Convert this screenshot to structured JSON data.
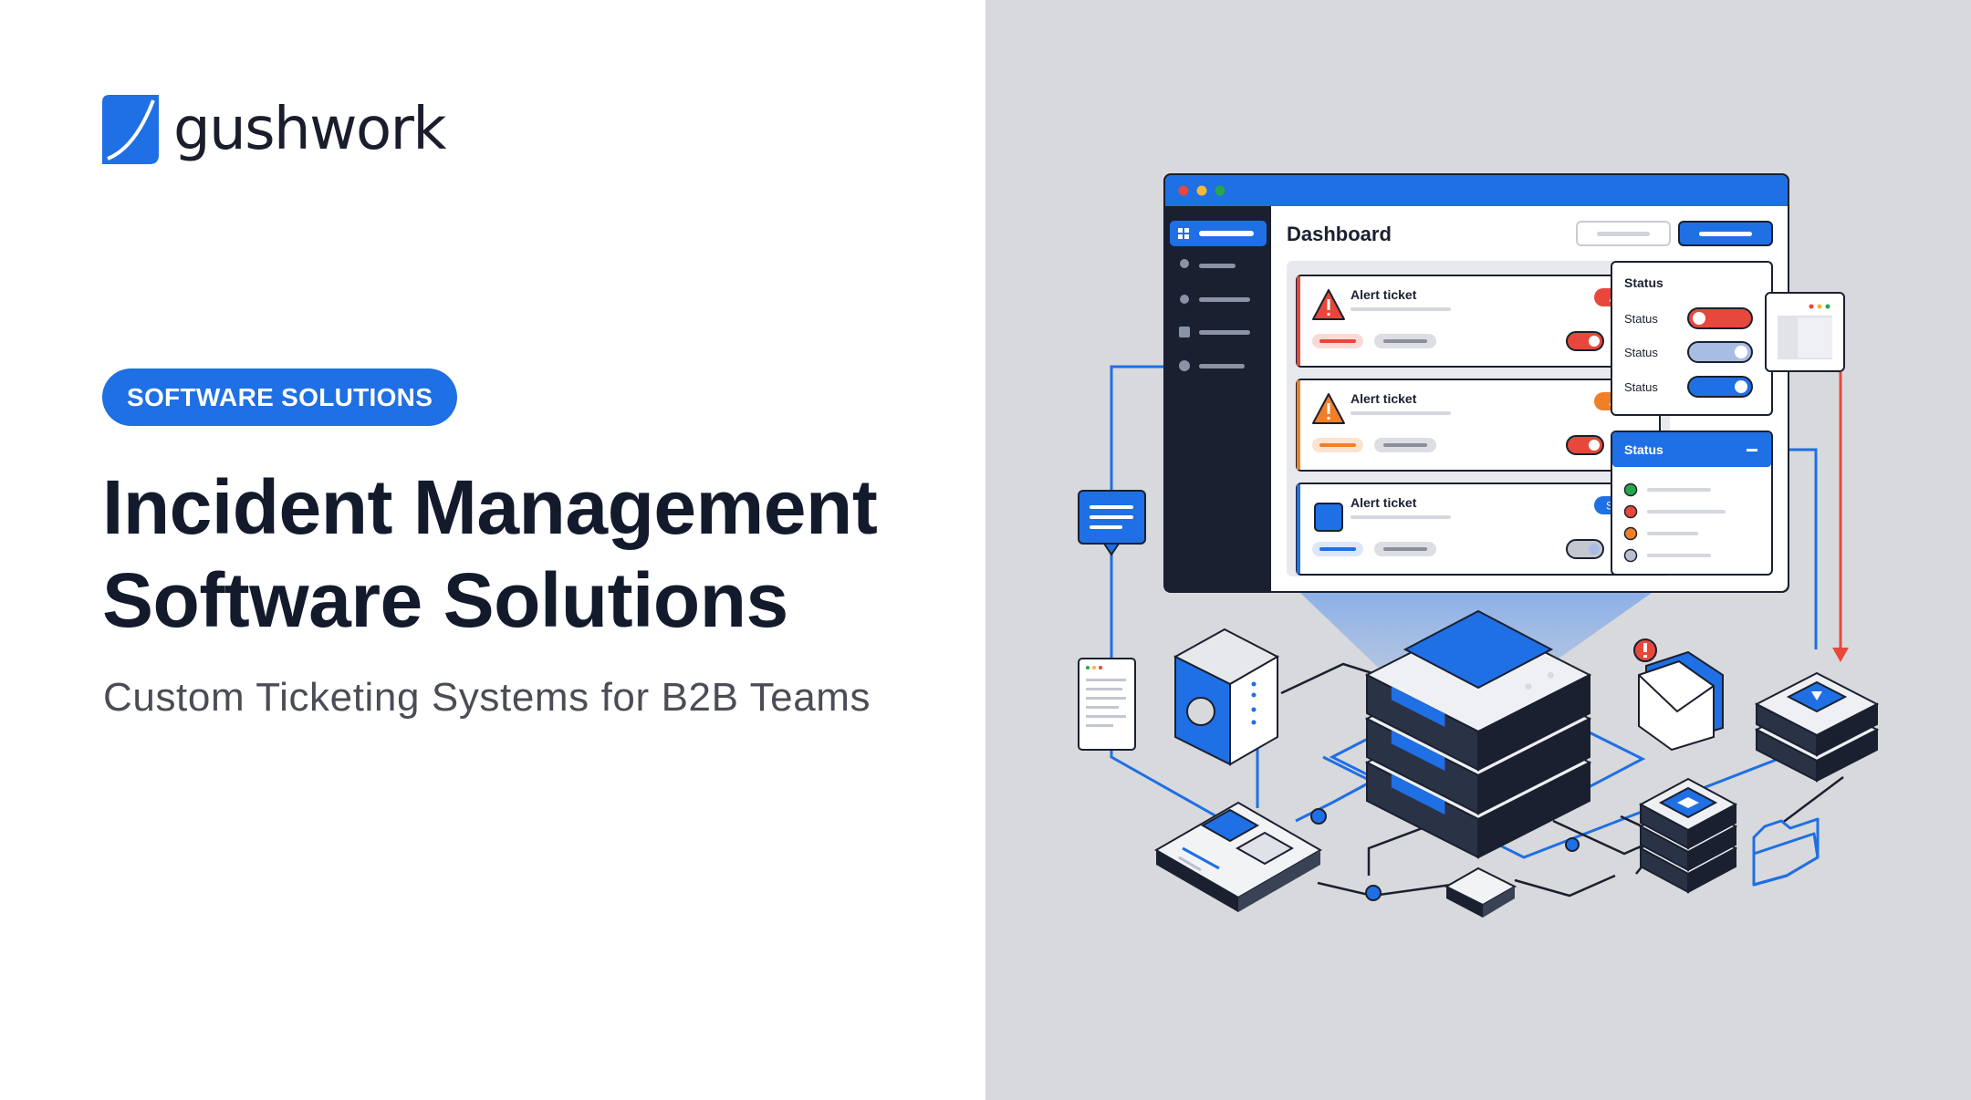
{
  "brand": {
    "name": "gushwork",
    "color": "#1f6fe5"
  },
  "hero": {
    "tag": "SOFTWARE SOLUTIONS",
    "title_line1": "Incident Management",
    "title_line2": "Software Solutions",
    "subtitle": "Custom Ticketing Systems for B2B Teams"
  },
  "dashboard": {
    "title": "Dashboard",
    "tickets": [
      {
        "title": "Alert ticket",
        "badge": "Alert",
        "color": "#e8473b"
      },
      {
        "title": "Alert ticket",
        "badge": "Alert",
        "color": "#f07f2a"
      },
      {
        "title": "Alert ticket",
        "badge": "Status",
        "color": "#1f6fe5"
      }
    ],
    "status_panel": {
      "title": "Status",
      "rows": [
        "Status",
        "Status",
        "Status"
      ]
    },
    "status_list": {
      "title": "Status",
      "dot_colors": [
        "#27a74a",
        "#e8473b",
        "#f07f2a",
        "#b9bfd0"
      ]
    }
  },
  "colors": {
    "accent": "#1f6fe5",
    "dark": "#1a2030",
    "alert": "#e8473b",
    "warning": "#f07f2a",
    "background_right": "#d8d9dc"
  },
  "icons": [
    "gushwork-logo-icon",
    "warning-icon",
    "server-stack-icon",
    "mail-icon",
    "folder-icon",
    "chat-bubble-icon",
    "document-icon"
  ]
}
